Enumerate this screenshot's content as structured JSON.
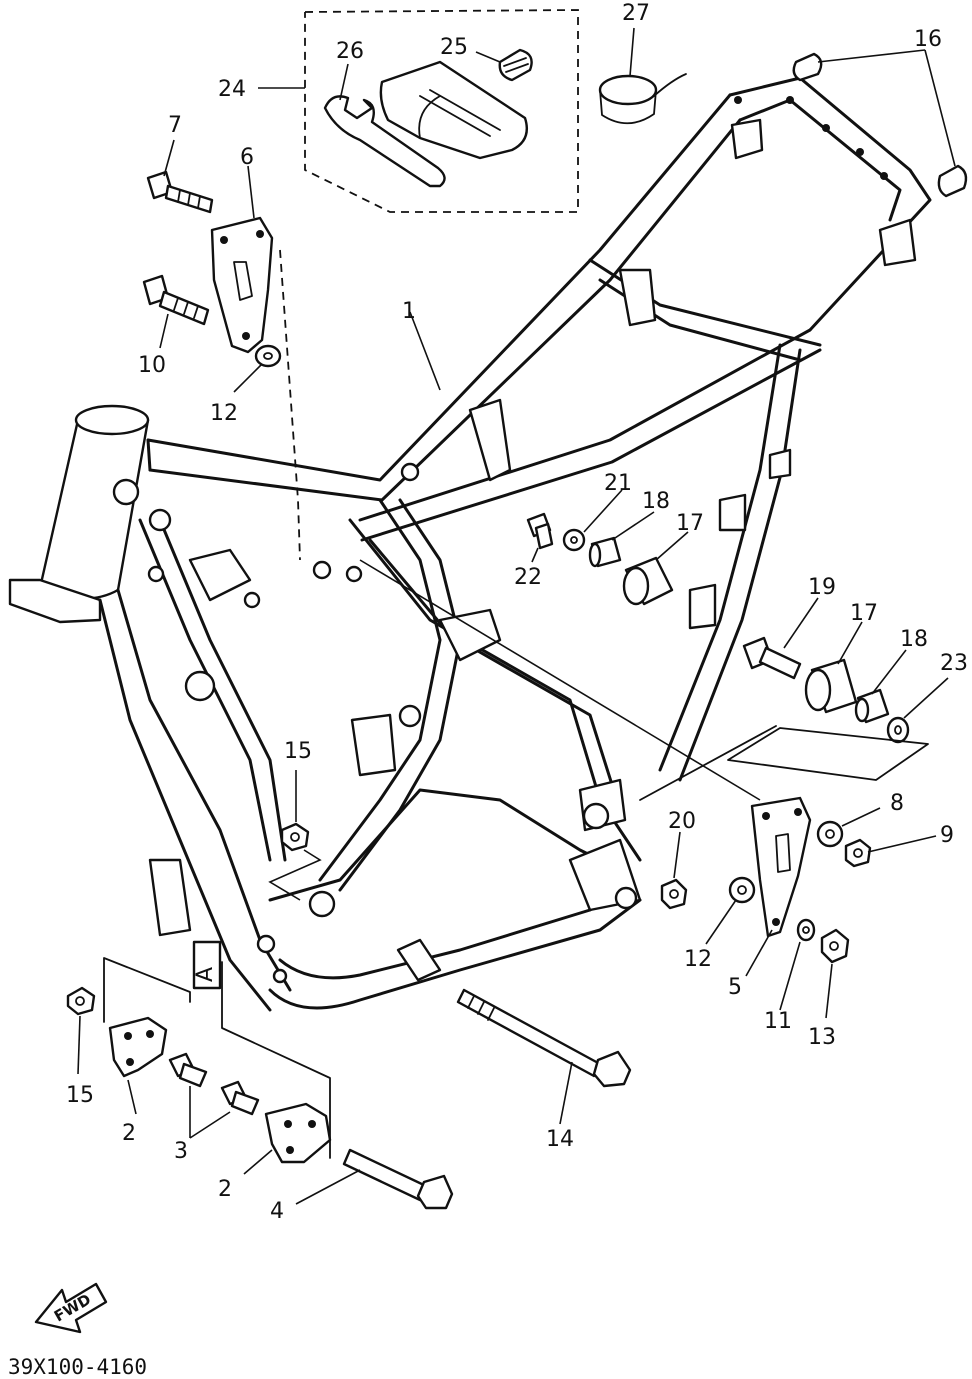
{
  "diagram_code": "39X100-4160",
  "fwd_label": "FWD",
  "box_label": "A",
  "callouts": {
    "c1": "1",
    "c2a": "2",
    "c2b": "2",
    "c3": "3",
    "c4": "4",
    "c5": "5",
    "c6": "6",
    "c7": "7",
    "c8": "8",
    "c9": "9",
    "c10": "10",
    "c11": "11",
    "c12a": "12",
    "c12b": "12",
    "c13": "13",
    "c14": "14",
    "c15a": "15",
    "c15b": "15",
    "c16": "16",
    "c17a": "17",
    "c17b": "17",
    "c18a": "18",
    "c18b": "18",
    "c19": "19",
    "c20": "20",
    "c21": "21",
    "c22": "22",
    "c23": "23",
    "c24": "24",
    "c25": "25",
    "c26": "26",
    "c27": "27"
  }
}
